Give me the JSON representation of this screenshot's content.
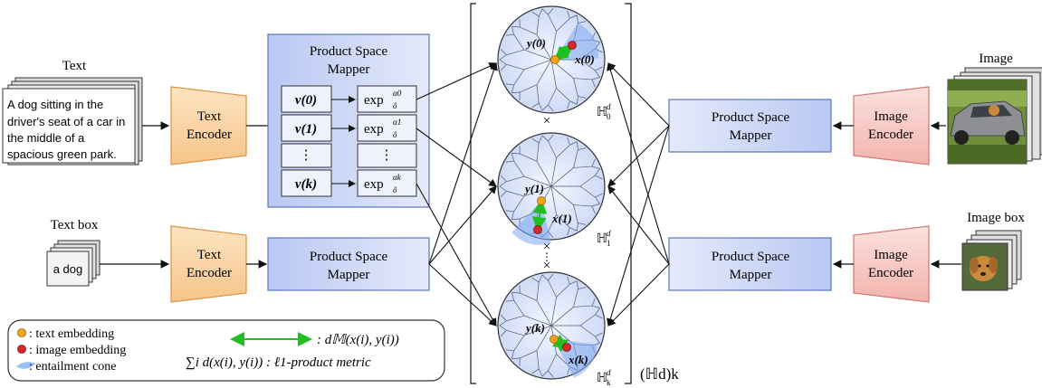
{
  "left": {
    "text_label": "Text",
    "text_lines": [
      "A dog sitting in the",
      "driver's seat of a car in",
      "the middle of a",
      "spacious green park."
    ],
    "text_box_label": "Text box",
    "text_box_value": "a dog",
    "text_encoder": [
      "Text",
      "Encoder"
    ],
    "text_encoder_2": [
      "Text",
      "Encoder"
    ],
    "mapper_title": [
      "Product Space",
      "Mapper"
    ],
    "mapper_small": [
      "Product Space",
      "Mapper"
    ],
    "mapper_rows": [
      {
        "v": "v(0)",
        "exp": "exp",
        "sup": "α0",
        "sub": "ô"
      },
      {
        "v": "v(1)",
        "exp": "exp",
        "sup": "α1",
        "sub": "ô"
      },
      {
        "v": "⋮",
        "exp": "⋮",
        "sup": "",
        "sub": ""
      },
      {
        "v": "v(k)",
        "exp": "exp",
        "sup": "αk",
        "sub": "ô"
      }
    ]
  },
  "center": {
    "disks": [
      {
        "y": "y(0)",
        "x": "x(0)",
        "space": "ℍ",
        "sup": "d",
        "sub": "0"
      },
      {
        "y": "y(1)",
        "x": "x(1)",
        "space": "ℍ",
        "sup": "d",
        "sub": "1"
      },
      {
        "y": "y(k)",
        "x": "x(k)",
        "space": "ℍ",
        "sup": "d",
        "sub": "k"
      }
    ],
    "times": "×",
    "power_label": "(ℍd)k"
  },
  "right": {
    "image_label": "Image",
    "image_box_label": "Image box",
    "mapper_1": [
      "Product Space",
      "Mapper"
    ],
    "mapper_2": [
      "Product Space",
      "Mapper"
    ],
    "encoder_1": [
      "Image",
      "Encoder"
    ],
    "encoder_2": [
      "Image",
      "Encoder"
    ]
  },
  "legend": {
    "text_embedding": ": text embedding",
    "image_embedding": ": image embedding",
    "entailment_cone": ": entailment cone",
    "distance": ": d𝕄(x(i), y(i))",
    "sum": "∑i d(x(i), y(i)) : ℓ1-product metric"
  },
  "colors": {
    "encoder_orange": "#f8cf9d",
    "encoder_red": "#f7c6c2",
    "mapper_blue": "#c9d5f5",
    "disk_blue": "#e6ecfb",
    "text_dot": "#f7a21b",
    "image_dot": "#d32b2b",
    "arrow_green": "#1fbf1f"
  }
}
